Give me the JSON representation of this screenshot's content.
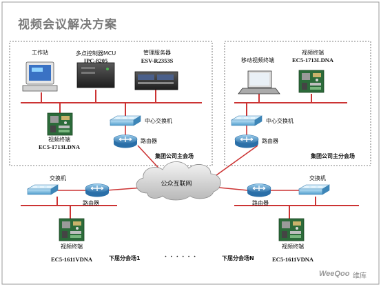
{
  "title": "视频会议解决方案",
  "main_site": {
    "label": "集团公司主会场",
    "workstation": "工作站",
    "mcu": {
      "name": "多点控制器MCU",
      "model": "IPC-8205"
    },
    "server": {
      "name": "管理服务器",
      "model": "ESV-R2353S"
    },
    "terminal": {
      "name": "视频终端",
      "model": "EC5-1713LDNA"
    },
    "switch": "中心交换机",
    "router": "路由器"
  },
  "sub_site": {
    "label": "集团公司主分会场",
    "mobile": "移动视频终端",
    "terminal": {
      "name": "视频终端",
      "model": "EC5-1713LDNA"
    },
    "switch": "中心交换机",
    "router": "路由器"
  },
  "internet": "公众互联网",
  "branch1": {
    "label": "下屈分会场1",
    "switch": "交换机",
    "router": "路由器",
    "terminal": {
      "name": "视频终端",
      "model": "EC5-1611VDNA"
    }
  },
  "branchN": {
    "label": "下屈分会场N",
    "switch": "交换机",
    "router": "路由器",
    "terminal": {
      "name": "视频终端",
      "model": "EC5-1611VDNA"
    }
  },
  "ellipsis": "· · · · · ·",
  "watermark": {
    "brand": "WeeQoo",
    "suffix": "维库"
  },
  "colors": {
    "bus": "#cc3333",
    "switch": "#5fa8d3",
    "router": "#2f7fb8",
    "border": "#555555"
  }
}
